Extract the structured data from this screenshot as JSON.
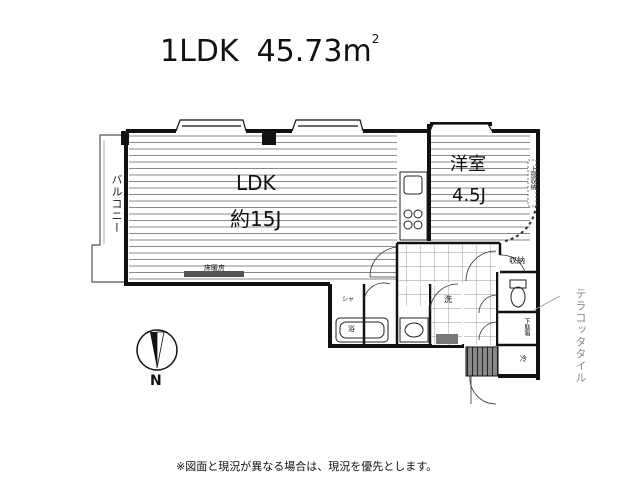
{
  "title": {
    "layout": "1LDK",
    "area": "45.73m",
    "area_sup": "2"
  },
  "rooms": {
    "ldk_name": "LDK",
    "ldk_size": "約15J",
    "western_name": "洋室",
    "western_size": "4.5J"
  },
  "labels": {
    "balcony": "バルコニー",
    "terracotta": "テラコッタタイル",
    "floor_heating": "床暖房",
    "storage": "収納",
    "storage_upper": "上部収納",
    "shoe_box": "下駄箱",
    "washer": "洗",
    "refrigerator": "冷",
    "shower": "シャ",
    "bath": "浴"
  },
  "compass": {
    "label": "N"
  },
  "footer": {
    "note": "※図面と現況が異なる場合は、現況を優先とします。"
  }
}
